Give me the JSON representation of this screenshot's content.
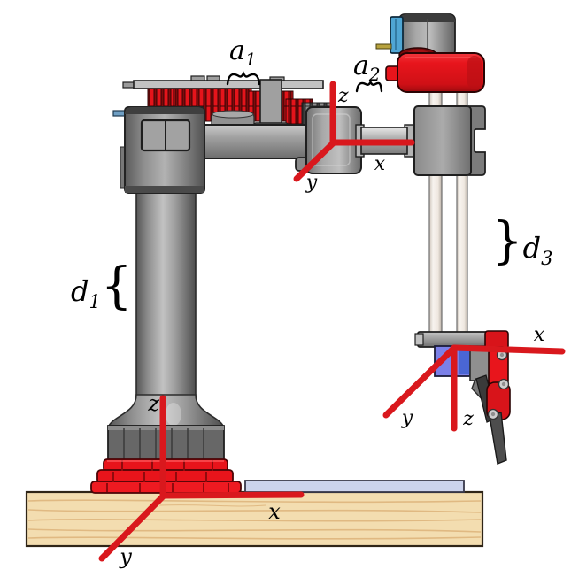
{
  "figure": {
    "type": "robot-kinematics-diagram",
    "description": "CAD render of a cylindrical/SCARA-style robot arm on a wooden base with three red coordinate frames and DH dimension annotations"
  },
  "colors": {
    "axis_red": "#d9181d",
    "robot_red": "#e8141b",
    "wood": "#f3ddb0",
    "plate": "#ccd3ec",
    "gripper_blue": "#7b80e8",
    "clip_blue": "#4fa6d4",
    "rail": "#ece5dd"
  },
  "frames": {
    "base": {
      "x_label": "x",
      "y_label": "y",
      "z_label": "z"
    },
    "arm": {
      "x_label": "x",
      "y_label": "y",
      "z_label": "z"
    },
    "tool": {
      "x_label": "x",
      "y_label": "y",
      "z_label": "z"
    }
  },
  "dimensions": {
    "a1": {
      "symbol": "a",
      "subscript": "1",
      "brace": "⏞"
    },
    "a2": {
      "symbol": "a",
      "subscript": "2",
      "brace": "⏞"
    },
    "d1": {
      "symbol": "d",
      "subscript": "1",
      "brace": "{"
    },
    "d3": {
      "symbol": "d",
      "subscript": "3",
      "brace": "}"
    }
  }
}
